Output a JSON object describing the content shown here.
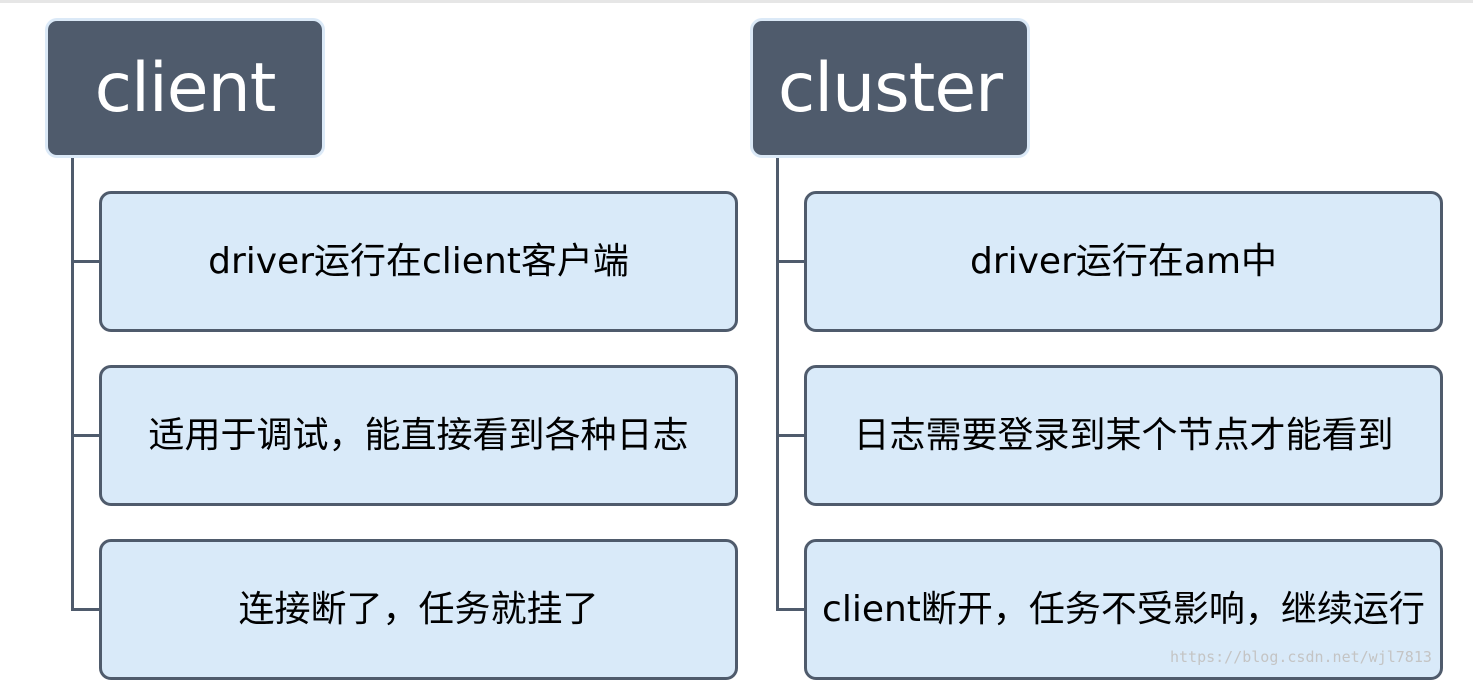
{
  "client": {
    "title": "client",
    "items": [
      "driver运行在client客户端",
      "适用于调试，能直接看到各种日志",
      "连接断了，任务就挂了"
    ]
  },
  "cluster": {
    "title": "cluster",
    "items": [
      "driver运行在am中",
      "日志需要登录到某个节点才能看到",
      "client断开，任务不受影响，继续运行"
    ]
  },
  "watermark": "https://blog.csdn.net/wjl7813",
  "colors": {
    "root_fill": "#4f5b6c",
    "node_fill": "#d9eaf9",
    "connector": "#4f5b6c"
  }
}
